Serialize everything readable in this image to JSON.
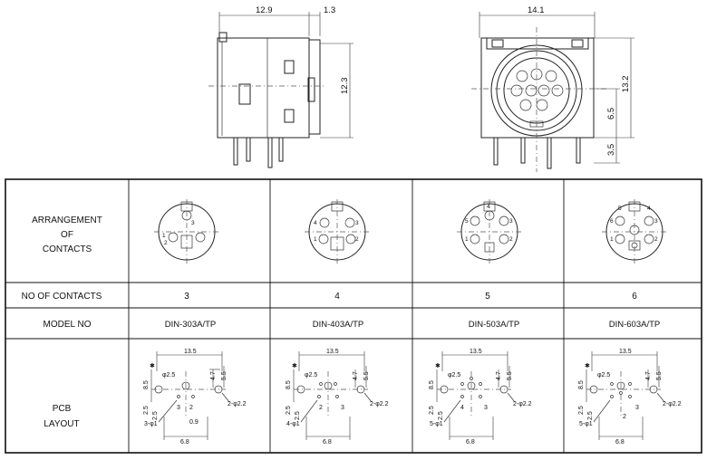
{
  "side_view": {
    "dim_width": "12.9",
    "dim_flange": "1.3",
    "dim_height": "12.3"
  },
  "front_view": {
    "dim_width": "14.1",
    "dim_height": "13.2",
    "dim_center": "6.5",
    "dim_bottom": "3.5"
  },
  "table": {
    "row_labels": {
      "arrangement": [
        "ARRANGEMENT",
        "OF",
        "CONTACTS"
      ],
      "contacts": "NO OF CONTACTS",
      "model": "MODEL NO",
      "pcb": [
        "PCB",
        "LAYOUT"
      ]
    },
    "columns": [
      {
        "contacts": "3",
        "model": "DIN-303A/TP",
        "pin_numbers": [
          "1",
          "2",
          "3"
        ],
        "pcb_pin_label": "3-φ1"
      },
      {
        "contacts": "4",
        "model": "DIN-403A/TP",
        "pin_numbers": [
          "1",
          "2",
          "3",
          "4"
        ],
        "pcb_pin_label": "4-φ1"
      },
      {
        "contacts": "5",
        "model": "DIN-503A/TP",
        "pin_numbers": [
          "1",
          "2",
          "3",
          "4",
          "5"
        ],
        "pcb_pin_label": "5-φ1"
      },
      {
        "contacts": "6",
        "model": "DIN-603A/TP",
        "pin_numbers": [
          "1",
          "2",
          "3",
          "4",
          "5",
          "6"
        ],
        "pcb_pin_label": "5-φ1"
      }
    ],
    "pcb_dims": {
      "overall_width": "13.5",
      "hole_small": "φ2.5",
      "hole_large": "2-φ2.2",
      "dim_4_7": "4.7",
      "dim_5_5": "5.5",
      "dim_8_5": "8.5",
      "dim_2_5a": "2.5",
      "dim_2_5b": "2.5",
      "dim_0_9": "0.9",
      "dim_6_8": "6.8",
      "dim_3": "3",
      "dim_2": "2",
      "dim_4": "4"
    }
  }
}
